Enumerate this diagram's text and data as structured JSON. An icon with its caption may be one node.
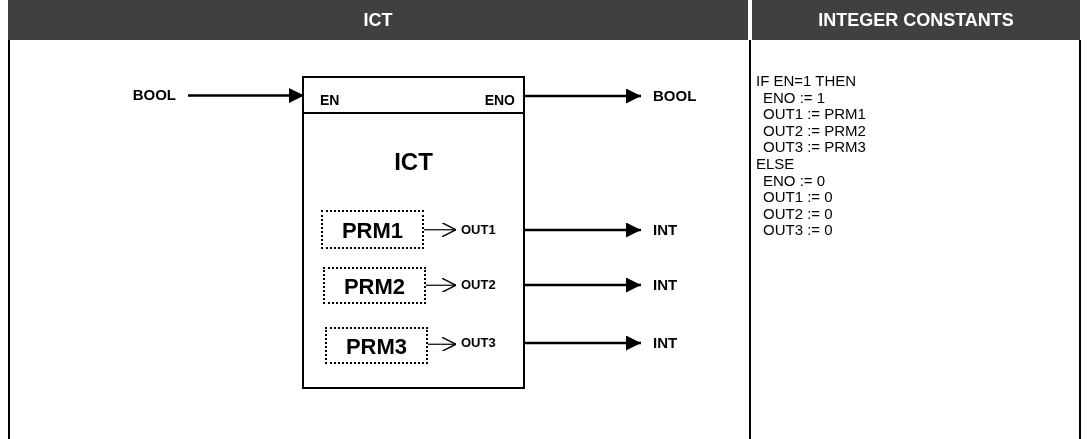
{
  "diagram": {
    "nodes": [
      {
        "text": [
          "BOOL"
        ]
      },
      {
        "text": [
          "ICT"
        ]
      },
      {
        "text": [
          "EN"
        ],
        "in": 1
      },
      {
        "text": [
          "ENO"
        ],
        "in": 1
      },
      {
        "text": [
          "PRM1"
        ],
        "in": 1
      },
      {
        "text": [
          "OUT1"
        ],
        "in": 1
      },
      {
        "text": [
          "PRM2"
        ],
        "in": 1
      },
      {
        "text": [
          "OUT2"
        ],
        "in": 1
      },
      {
        "text": [
          "PRM3"
        ],
        "in": 1
      },
      {
        "text": [
          "OUT3"
        ],
        "in": 1
      },
      {
        "text": [
          "BOOL"
        ]
      },
      {
        "text": [
          "INT"
        ]
      },
      {
        "text": [
          "INT"
        ]
      },
      {
        "text": [
          "INT"
        ]
      }
    ],
    "edges": [
      {
        "from": 0,
        "to": 2,
        "arrow": "to"
      },
      {
        "from": 3,
        "to": 10,
        "arrow": "to"
      },
      {
        "from": 4,
        "to": 5,
        "arrow": "to"
      },
      {
        "from": 5,
        "to": 11,
        "arrow": "to"
      },
      {
        "from": 6,
        "to": 7,
        "arrow": "to"
      },
      {
        "from": 7,
        "to": 12,
        "arrow": "to"
      },
      {
        "from": 8,
        "to": 9,
        "arrow": "to"
      },
      {
        "from": 9,
        "to": 13,
        "arrow": "to"
      }
    ],
    "labels": [
      "ICT",
      "INTEGER CONSTANTS",
      "IF EN=1 THEN",
      "ENO := 1",
      "OUT1 := PRM1",
      "OUT2 := PRM2",
      "OUT3 := PRM3",
      "ELSE",
      "ENO := 0",
      "OUT1 := 0",
      "OUT2 := 0",
      "OUT3 := 0"
    ]
  }
}
